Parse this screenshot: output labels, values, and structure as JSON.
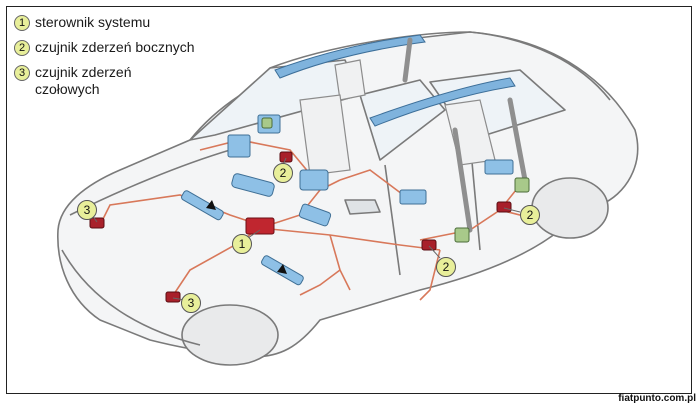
{
  "legend": [
    {
      "number": "1",
      "label": "sterownik systemu"
    },
    {
      "number": "2",
      "label": "czujnik zderzeń bocznych"
    },
    {
      "number": "3",
      "label": "czujnik zderzeń czołowych"
    }
  ],
  "callouts": {
    "c1": "1",
    "c2a": "2",
    "c2b": "2",
    "c2c": "2",
    "c3a": "3",
    "c3b": "3"
  },
  "watermark": "fiatpunto.com.pl",
  "colors": {
    "wiring": "#d8785a",
    "airbag": "#7fb3dd",
    "sensor": "#b5202a",
    "callout_fill": "#e8ef9a",
    "car_outline": "#7a7a7a"
  }
}
